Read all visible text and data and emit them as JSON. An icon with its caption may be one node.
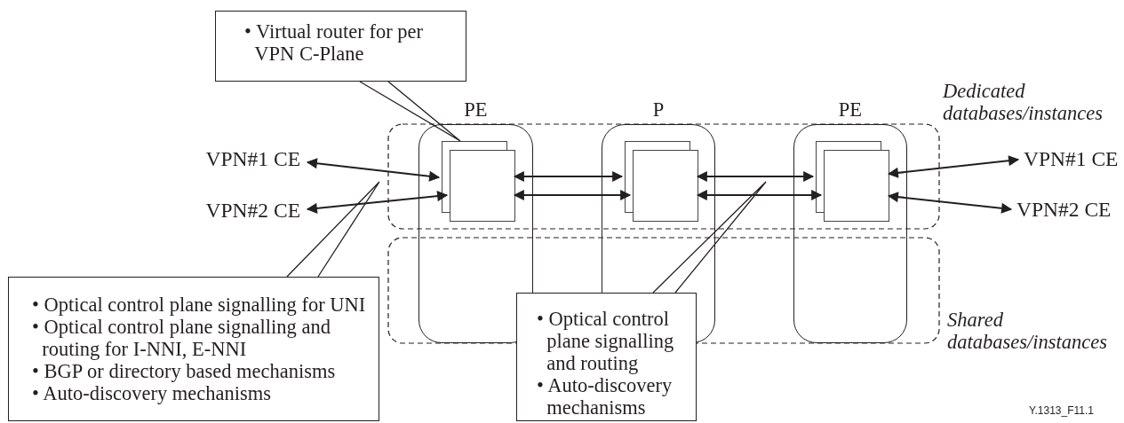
{
  "diagram": {
    "nodes": [
      {
        "text": [
          "PE"
        ]
      },
      {
        "text": [
          "P"
        ]
      },
      {
        "text": [
          "PE"
        ]
      },
      {
        "text": [],
        "shape": "box",
        "in": 0
      },
      {
        "text": [],
        "shape": "box",
        "in": 1
      },
      {
        "text": [],
        "shape": "box",
        "in": 2
      },
      {
        "text": [
          "VPN#1 CE"
        ]
      },
      {
        "text": [
          "VPN#2 CE"
        ]
      },
      {
        "text": [
          "VPN#1 CE"
        ]
      },
      {
        "text": [
          "VPN#2 CE"
        ]
      },
      {
        "text": [
          "• Virtual router for per VPN C-Plane"
        ]
      },
      {
        "text": [
          "• Optical control plane signalling for UNI",
          "• Optical control plane signalling and routing for I-NNI, E-NNI",
          "• BGP or directory based mechanisms",
          "• Auto-discovery mechanisms"
        ]
      },
      {
        "text": [
          "• Optical control plane signalling and routing",
          "• Auto-discovery mechanisms"
        ]
      }
    ],
    "edges": [
      {
        "from": 6,
        "to": 3,
        "arrow": "both"
      },
      {
        "from": 7,
        "to": 3,
        "arrow": "both"
      },
      {
        "from": 3,
        "to": 4,
        "arrow": "both"
      },
      {
        "from": 3,
        "to": 4,
        "arrow": "both"
      },
      {
        "from": 4,
        "to": 5,
        "arrow": "both"
      },
      {
        "from": 4,
        "to": 5,
        "arrow": "both"
      },
      {
        "from": 5,
        "to": 8,
        "arrow": "both"
      },
      {
        "from": 5,
        "to": 9,
        "arrow": "both"
      },
      {
        "from": 10,
        "to": 3,
        "arrow": "none"
      },
      {
        "from": 11,
        "to": null,
        "arrow": "none"
      },
      {
        "from": 12,
        "to": null,
        "arrow": "none"
      }
    ],
    "labels": [
      "Dedicated databases/instances",
      "Shared databases/instances",
      "Y.1313_F11.1"
    ]
  }
}
